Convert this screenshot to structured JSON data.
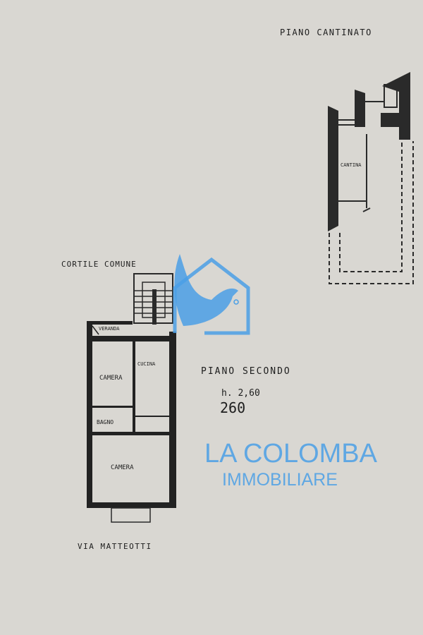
{
  "basement": {
    "title": "PIANO CANTINATO",
    "room_label": "CANTINA"
  },
  "second_floor": {
    "courtyard_label": "CORTILE COMUNE",
    "rooms": {
      "veranda": "VERANDA",
      "camera_1": "CAMERA",
      "cucina": "CUCINA",
      "bagno": "BAGNO",
      "camera_2": "CAMERA"
    },
    "title": "PIANO SECONDO",
    "height": "h. 2,60",
    "area": "260",
    "street_label": "VIA MATTEOTTI"
  },
  "watermark": {
    "line1": "LA COLOMBA",
    "line2": "IMMOBILIARE",
    "color": "#4a9fe6"
  }
}
